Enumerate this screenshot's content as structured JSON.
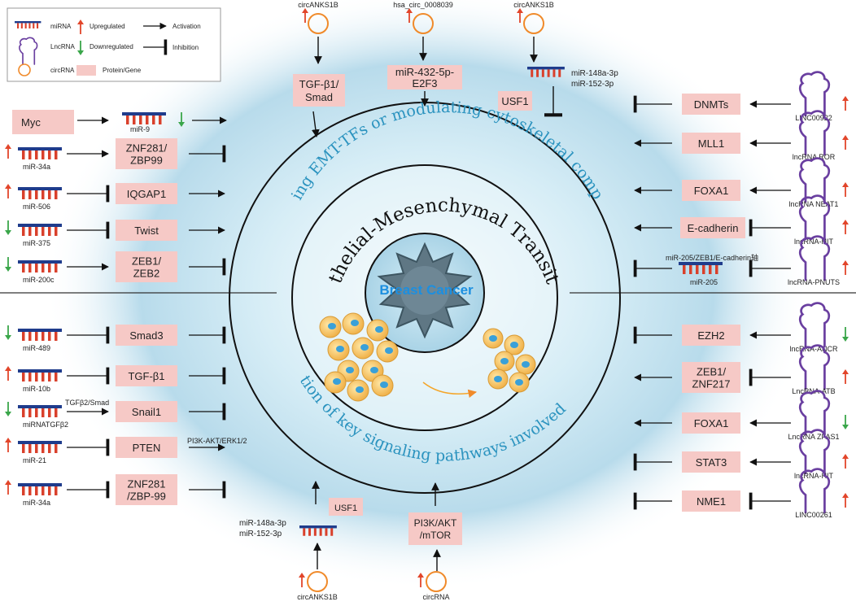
{
  "legend": {
    "mirna": "miRNA",
    "lncrna": "LncRNA",
    "circrna": "circRNA",
    "up": "Upregulated",
    "down": "Downregulated",
    "activation": "Activation",
    "inhibition": "Inhibition",
    "protein": "Protein/Gene"
  },
  "center": {
    "title": "Breast Cancer",
    "emt": "Epithelial-Mesenchymal Transition",
    "upper_ring": "Inhibiting EMT-TFs or modulating cytoskeletal components",
    "lower_ring": "Regulation of key signaling pathways involved in EMT"
  },
  "top": {
    "c1_label": "circANKS1B",
    "c1_box": [
      "TGF-β1/",
      "Smad"
    ],
    "c2_label": "hsa_circ_0008039",
    "c2_box": [
      "miR-432-5p-",
      "E2F3"
    ],
    "c3_label": "circANKS1B",
    "c3_mirnas": [
      "miR-148a-3p",
      "miR-152-3p"
    ],
    "c3_box": "USF1"
  },
  "left_upper": [
    {
      "regulator": "Myc",
      "mirna": "miR-9",
      "target": ""
    },
    {
      "regulator": "miR-34a",
      "target": [
        "ZNF281/",
        "ZBP99"
      ]
    },
    {
      "regulator": "miR-506",
      "target": [
        "IQGAP1"
      ]
    },
    {
      "regulator": "miR-375",
      "target": [
        "Twist"
      ]
    },
    {
      "regulator": "miR-200c",
      "target": [
        "ZEB1/",
        "ZEB2"
      ]
    }
  ],
  "left_lower": [
    {
      "regulator": "miR-489",
      "target": [
        "Smad3"
      ]
    },
    {
      "regulator": "miR-10b",
      "target": [
        "TGF-β1"
      ]
    },
    {
      "regulator": "miRNATGFβ2",
      "target": [
        "Snail1"
      ],
      "note": "TGFβ2/Smad"
    },
    {
      "regulator": "miR-21",
      "target": [
        "PTEN"
      ],
      "note": "PI3K-AKT/ERK1/2"
    },
    {
      "regulator": "miR-34a",
      "target": [
        "ZNF281",
        "/ZBP-99"
      ]
    }
  ],
  "right_upper": [
    {
      "target": "DNMTs",
      "regulator": "LINC00922"
    },
    {
      "target": "MLL1",
      "regulator": "lncRNA ROR"
    },
    {
      "target": "FOXA1",
      "regulator": "lncRNA NEAT1"
    },
    {
      "target": "E-cadherin",
      "regulator": "lncRNA-HIT"
    },
    {
      "target": "miR-205",
      "regulator": "lncRNA-PNUTS",
      "note": "miR-205/ZEB1/E-cadherin轴"
    }
  ],
  "right_lower": [
    {
      "target": [
        "EZH2"
      ],
      "regulator": "lncRNA-ANCR"
    },
    {
      "target": [
        "ZEB1/",
        "ZNF217"
      ],
      "regulator": "LncRNA-ATB"
    },
    {
      "target": [
        "FOXA1"
      ],
      "regulator": "LncRNA ZFAS1"
    },
    {
      "target": [
        "STAT3"
      ],
      "regulator": "lncRNA-HIT"
    },
    {
      "target": [
        "NME1"
      ],
      "regulator": "LINC00261"
    }
  ],
  "bottom": {
    "b1_mirnas": [
      "miR-148a-3p",
      "miR-152-3p"
    ],
    "b1_box": "USF1",
    "b1_circ": "circANKS1B",
    "b2_box": [
      "PI3K/AKT",
      "/mTOR"
    ],
    "b2_circ": "circRNA"
  },
  "colors": {
    "box_fill": "#f6c9c6",
    "mirna_bar": "#1f3c8c",
    "mirna_teeth": "#d9402b",
    "lncrna": "#6a3fa0",
    "circrna": "#f08a2a",
    "up_arrow": "#e2452a",
    "down_arrow": "#3aa64a",
    "ring_text": "#2b93bf",
    "center_text": "#1c8fe0"
  }
}
